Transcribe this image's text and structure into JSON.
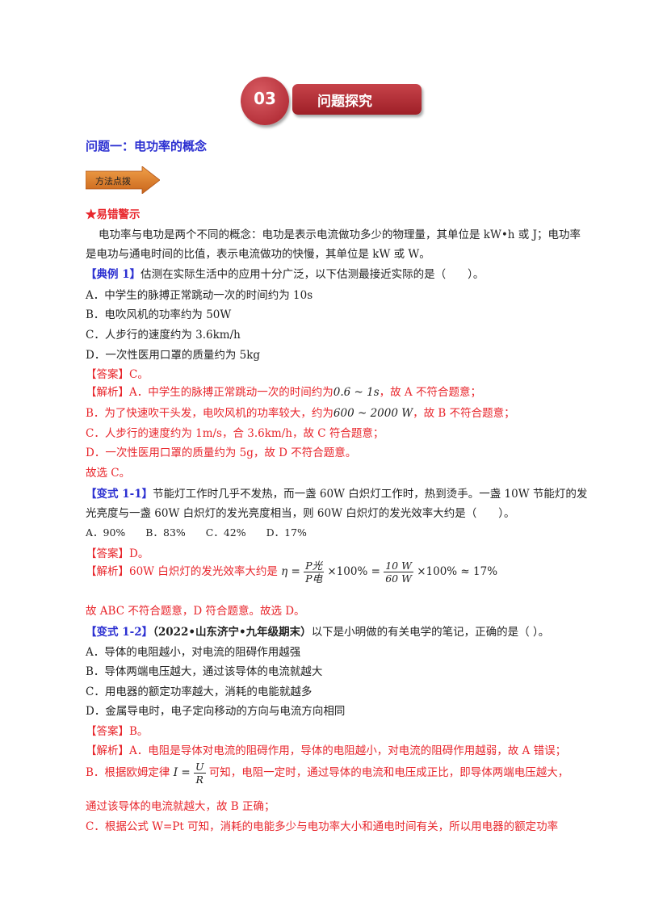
{
  "header": {
    "number": "03",
    "title": "问题探究"
  },
  "section": {
    "title": "问题一：电功率的概念"
  },
  "badge": {
    "label": "方法点拨"
  },
  "warning": {
    "title": "★易错警示",
    "line1": "电功率与电功是两个不同的概念：电功是表示电流做功多少的物理量，其单位是 kW•h 或 J；电功率",
    "line2": "是电功与通电时间的比值，表示电流做功的快慢，其单位是 kW 或 W。"
  },
  "example1": {
    "tag": "【典例 1】",
    "question": "估测在实际生活中的应用十分广泛，以下估测最接近实际的是（　　）。",
    "options": [
      "A．中学生的脉搏正常跳动一次的时间约为 10s",
      "B．电吹风机的功率约为 50W",
      "C．人步行的速度约为 3.6km/h",
      "D．一次性医用口罩的质量约为 5kg"
    ],
    "answer": "【答案】C。",
    "analysis_tag": "【解析】",
    "a_pre": "A．中学生的脉搏正常跳动一次的时间约为",
    "a_math": "0.6 ~ 1s",
    "a_post": "，故 A 不符合题意；",
    "b_pre": "B．为了快速吹干头发，电吹风机的功率较大，约为",
    "b_math": "600 ~ 2000 W",
    "b_post": "，故 B 不符合题意；",
    "c": "C．人步行的速度约为 1m/s，合 3.6km/h，故 C 符合题意；",
    "d": "D．一次性医用口罩的质量约为 5g，故 D 不符合题意。",
    "conclusion": "故选 C。"
  },
  "variant1": {
    "tag": "【变式 1-1】",
    "line1": "节能灯工作时几乎不发热，而一盏 60W 白炽灯工作时，热到烫手。一盏 10W 节能灯的发",
    "line2": "光亮度与一盏 60W 白炽灯的发光亮度相当，则 60W 白炽灯的发光效率大约是（　　）。",
    "options": "A．90%　　B．83%　　C．42%　　D．17%",
    "answer": "【答案】D。",
    "analysis_tag": "【解析】",
    "analysis": "60W 白炽灯的发光效率大约是",
    "eta": "η =",
    "f1_num": "P光",
    "f1_den": "P电",
    "mid": "×100% =",
    "f2_num": "10 W",
    "f2_den": "60 W",
    "tail": "×100% ≈ 17%",
    "conclusion": "故 ABC 不符合题意，D 符合题意。故选 D。"
  },
  "variant2": {
    "tag": "【变式 1-2】",
    "source": "（2022•山东济宁•九年级期末）",
    "question": "以下是小明做的有关电学的笔记，正确的是（ ）。",
    "options": [
      "A．导体的电阻越小，对电流的阻碍作用越强",
      "B．导体两端电压越大，通过该导体的电流就越大",
      "C．用电器的额定功率越大，消耗的电能就越多",
      "D．金属导电时，电子定向移动的方向与电流方向相同"
    ],
    "answer": "【答案】B。",
    "analysis_tag": "【解析】",
    "a": "A．电阻是导体对电流的阻碍作用，导体的电阻越小，对电流的阻碍作用越弱，故 A 错误；",
    "b_pre": "B．根据欧姆定律",
    "b_formula_lhs": "I =",
    "b_num": "U",
    "b_den": "R",
    "b_post": "可知，电阻一定时，通过导体的电流和电压成正比，即导体两端电压越大，",
    "b_line2": "通过该导体的电流就越大，故 B 正确；",
    "c": "C．根据公式 W=Pt 可知，消耗的电能多少与电功率大小和通电时间有关，所以用电器的额定功率"
  }
}
